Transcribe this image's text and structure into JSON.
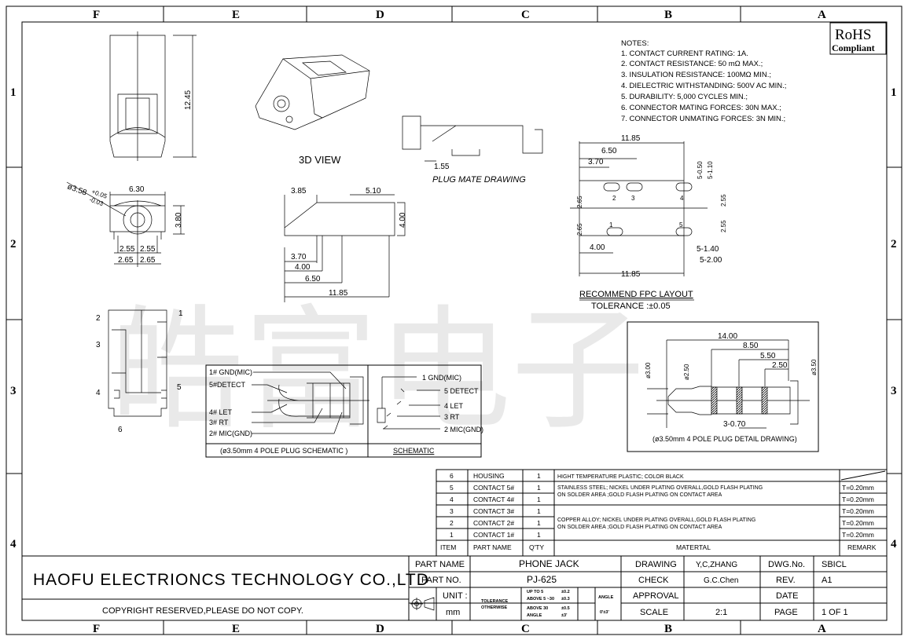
{
  "frame": {
    "columns": [
      "F",
      "E",
      "D",
      "C",
      "B",
      "A"
    ],
    "rows": [
      "1",
      "2",
      "3",
      "4"
    ]
  },
  "watermark": "皓富电子",
  "rohs": {
    "line1": "RoHS",
    "line2": "Compliant"
  },
  "notes": {
    "title": "NOTES:",
    "items": [
      "1. CONTACT CURRENT RATING: 1A.",
      "2. CONTACT RESISTANCE: 50 mΩ MAX.;",
      "3. INSULATION RESISTANCE: 100MΩ MIN.;",
      "4. DIELECTRIC WITHSTANDING: 500V AC MIN.;",
      "5. DURABILITY: 5,000 CYCLES MIN.;",
      "6. CONNECTOR MATING FORCES: 30N   MAX.;",
      "7. CONNECTOR UNMATING FORCES: 3N MIN.;"
    ]
  },
  "views": {
    "top_view": {
      "height_dim": "12.45"
    },
    "view_3d_label": "3D VIEW",
    "plug_mate": {
      "label": "PLUG MATE DRAWING",
      "dim": "1.55"
    },
    "front_view": {
      "dia": "ø3.58",
      "tol_plus": "+0.05",
      "tol_minus": "-0.03",
      "width": "6.30",
      "height": "3.80",
      "d1": "2.55",
      "d2": "2.55",
      "d3": "2.65",
      "d4": "2.65"
    },
    "side_view": {
      "d385": "3.85",
      "d510": "5.10",
      "d400h": "4.00",
      "d370": "3.70",
      "d400": "4.00",
      "d650": "6.50",
      "d1185": "11.85"
    },
    "pin_view": {
      "p1": "1",
      "p2": "2",
      "p3": "3",
      "p4": "4",
      "p5": "5",
      "p6": "6"
    }
  },
  "fpc": {
    "d1185_top": "11.85",
    "d650": "6.50",
    "d370": "3.70",
    "d050": "5-0.50",
    "d110": "5-1.10",
    "d265a": "2.65",
    "d265b": "2.65",
    "d255a": "2.55",
    "d255b": "2.55",
    "d400": "4.00",
    "d140": "5-1.40",
    "d200": "5-2.00",
    "d1185_bot": "11.85",
    "pins": [
      "1",
      "2",
      "3",
      "4",
      "5"
    ],
    "title": "RECOMMEND FPC LAYOUT",
    "tolerance": "TOLERANCE :±0.05"
  },
  "schematic": {
    "left_labels": [
      "1# GND(MIC)",
      "5#DETECT",
      "4# LET",
      "3# RT",
      "2# MIC(GND)"
    ],
    "right_labels": [
      "1 GND(MIC)",
      "5 DETECT",
      "4 LET",
      "3 RT",
      "2 MIC(GND)"
    ],
    "plug_caption": "(ø3.50mm 4 POLE PLUG SCHEMATIC )",
    "schematic_caption": "SCHEMATIC"
  },
  "plug_detail": {
    "d1400": "14.00",
    "d850": "8.50",
    "d550": "5.50",
    "d250": "2.50",
    "dia300": "ø3.00",
    "dia250": "ø2.50",
    "dia350": "ø3.50",
    "d070": "3-0.70",
    "caption": "(ø3.50mm 4 POLE PLUG DETAIL DRAWING)"
  },
  "bom": {
    "headers": [
      "ITEM",
      "PART NAME",
      "Q'TY",
      "MATERTAL",
      "REMARK"
    ],
    "rows": [
      {
        "item": "6",
        "name": "HOUSING",
        "qty": "1",
        "remark": ""
      },
      {
        "item": "5",
        "name": "CONTACT 5#",
        "qty": "1",
        "remark": "T=0.20mm"
      },
      {
        "item": "4",
        "name": "CONTACT 4#",
        "qty": "1",
        "remark": "T=0.20mm"
      },
      {
        "item": "3",
        "name": "CONTACT 3#",
        "qty": "1",
        "remark": "T=0.20mm"
      },
      {
        "item": "2",
        "name": "CONTACT 2#",
        "qty": "1",
        "remark": "T=0.20mm"
      },
      {
        "item": "1",
        "name": "CONTACT 1#",
        "qty": "1",
        "remark": "T=0.20mm"
      }
    ],
    "materials": [
      "HIGHT TEMPERATURE PLASTIC; COLOR BLACK",
      "STAINLESS STEEL; NICKEL UNDER PLATING OVERALL,GOLD FLASH PLATING",
      "ON SOLDER AREA ;GOLD FLASH PLATING ON CONTACT AREA",
      "COPPER ALLOY; NICKEL UNDER PLATING OVERALL,GOLD FLASH PLATING",
      "ON SOLDER AREA ;GOLD FLASH PLATING ON CONTACT AREA"
    ]
  },
  "title_block": {
    "company": "HAOFU ELECTRIONCS TECHNOLOGY CO.,LTD",
    "copyright": "COPYRIGHT RESERVED,PLEASE DO NOT COPY.",
    "part_name_label": "PART NAME",
    "part_name": "PHONE JACK",
    "part_no_label": "PART NO.",
    "part_no": "PJ-625",
    "unit_label": "UNIT :",
    "unit": "mm",
    "tolerance_label1": "TOLERANCE",
    "tolerance_label2": "OTHERWISE",
    "tol_r1": "UP TO 5",
    "tol_v1": "±0.2",
    "tol_r2": "ABOVE 5 ~30",
    "tol_v2": "±0.3",
    "tol_r3": "ABOVE 30",
    "tol_v3": "±0.5",
    "tol_r4": "ANGLE",
    "tol_v4": "±3'",
    "angle_label": "ANGLE",
    "angle_value": "0'±3'",
    "drawing_label": "DRAWING",
    "drawing": "Y,C,ZHANG",
    "check_label": "CHECK",
    "check": "G.C.Chen",
    "approval_label": "APPROVAL",
    "approval": "",
    "scale_label": "SCALE",
    "scale": "2:1",
    "dwg_no_label": "DWG.No.",
    "dwg_no": "SBICL",
    "rev_label": "REV.",
    "rev": "A1",
    "date_label": "DATE",
    "date": "",
    "page_label": "PAGE",
    "page": "1 OF 1"
  }
}
